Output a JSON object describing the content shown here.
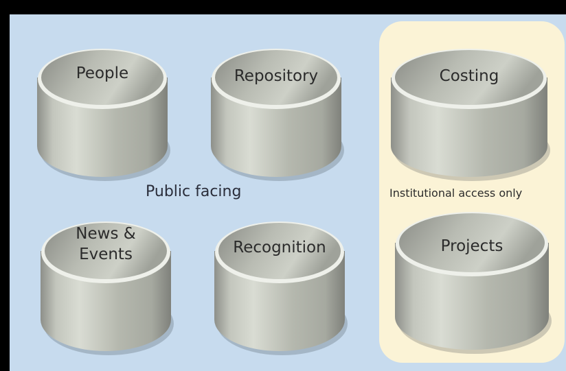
{
  "regions": {
    "public": {
      "label": "Public facing",
      "color": "#c7dbee"
    },
    "institutional": {
      "label": "Institutional access only",
      "color": "#fbf3d6"
    }
  },
  "databases": [
    {
      "id": "people",
      "label": "People",
      "region": "public"
    },
    {
      "id": "repository",
      "label": "Repository",
      "region": "public"
    },
    {
      "id": "costing",
      "label": "Costing",
      "region": "institutional"
    },
    {
      "id": "news-events",
      "label": "News &\nEvents",
      "region": "public"
    },
    {
      "id": "recognition",
      "label": "Recognition",
      "region": "public"
    },
    {
      "id": "projects",
      "label": "Projects",
      "region": "institutional"
    }
  ]
}
